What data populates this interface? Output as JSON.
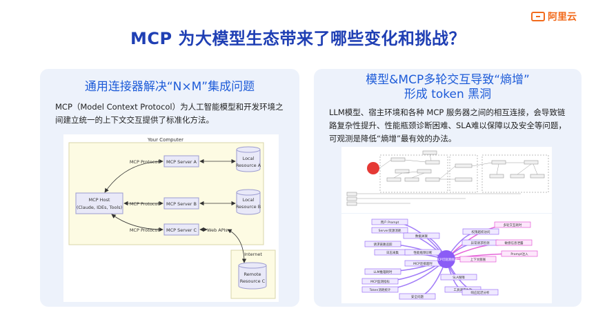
{
  "header": {
    "title": "MCP 为大模型生态带来了哪些变化和挑战？",
    "brand": "阿里云"
  },
  "left_panel": {
    "title": "通用连接器解决“N×M”集成问题",
    "description": "MCP（Model Context Protocol）为人工智能模型和开发环境之间建立统一的上下文交互提供了标准化方法。",
    "diagram": {
      "group_label": "Your Computer",
      "host_line1": "MCP Host",
      "host_line2": "(Claude, IDEs, Tools)",
      "protocol_a": "MCP Protocol",
      "protocol_b": "MCP Protocol",
      "protocol_c": "MCP Protocol",
      "server_a": "MCP Server A",
      "server_b": "MCP Server B",
      "server_c": "MCP Server C",
      "resource_a_1": "Local",
      "resource_a_2": "Resource A",
      "resource_b_1": "Local",
      "resource_b_2": "Resource B",
      "web_apis": "Web APIs",
      "internet": "Internet",
      "remote_1": "Remote",
      "remote_2": "Resource C"
    }
  },
  "right_panel": {
    "title_line1": "模型&MCP多轮交互导致“熵增”",
    "title_line2": "形成 token 黑洞",
    "description": "LLM模型、宿主环境和各种 MCP 服务器之间的相互连接，会导致链路复杂性提升、性能瓶颈诊断困难、SLA难以保障以及安全等问题，可观测是降低“熵增”最有效的办法。",
    "mindmap_center": "MCP可观测挑战",
    "mindmap_nodes": [
      "用户 Prompt",
      "Server资源消耗",
      "请求链路追踪",
      "日志采集",
      "数据关联",
      "性能瓶颈诊断",
      "MCP连接超时",
      "LLM推理耗时",
      "MCP监测指标",
      "Token消耗统计",
      "安全问题",
      "SLA保障",
      "工具调用失败",
      "响应延迟分析",
      "权限越权访问",
      "异常请求检测",
      "上下文膨胀",
      "多轮交互耗时",
      "敏感信息泄露",
      "Prompt注入"
    ]
  },
  "colors": {
    "title": "#1f3fb4",
    "panel_title": "#1d5bd8",
    "panel_bg": "#edf2fb",
    "brand": "#f26a1b",
    "diagram_yellow": "#fdfbe3",
    "diagram_node": "#e9e9f8",
    "diagram_border": "#9b9bd0",
    "mindmap_purple": "#8b5cf6",
    "mindmap_magenta": "#e040d0"
  }
}
